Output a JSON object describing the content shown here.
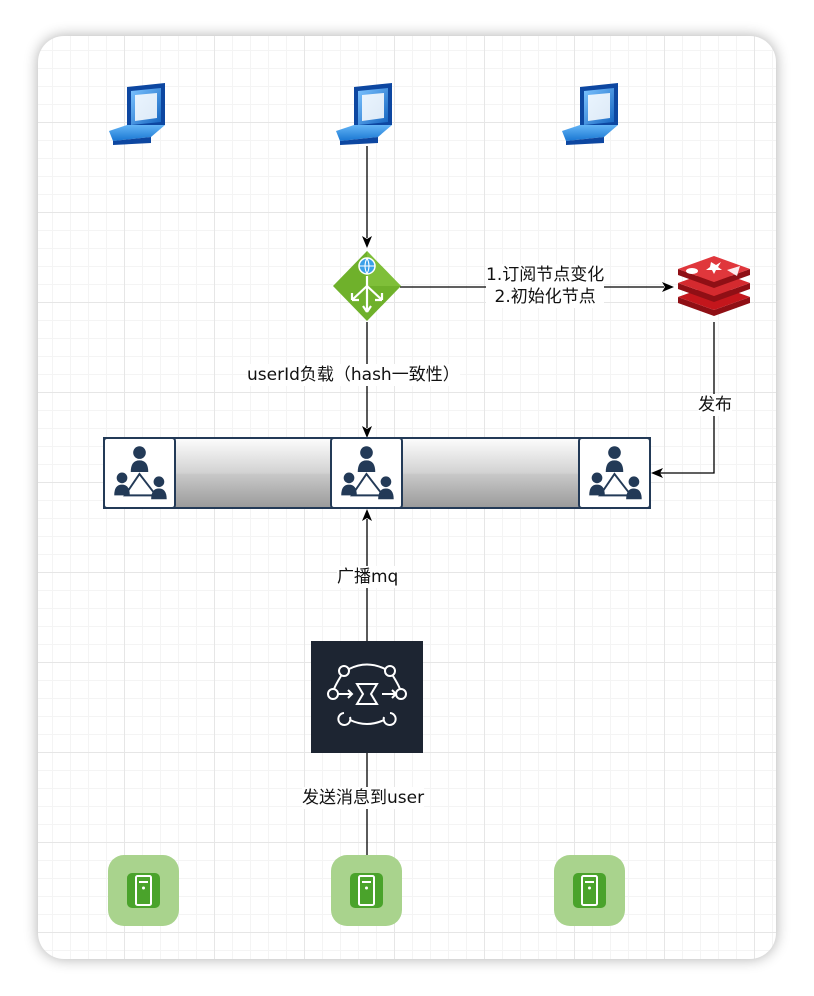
{
  "edges": {
    "subscribe_line1": "1.订阅节点变化",
    "subscribe_line2": "2.初始化节点",
    "load_balance": "userId负载（hash一致性）",
    "publish": "发布",
    "broadcast": "广播mq",
    "send_message": "发送消息到user"
  },
  "colors": {
    "gateway": "#6fb12b",
    "redis": "#c4161c",
    "mq_bg": "#1d2532",
    "server_fill": "#a9d38d",
    "server_inner": "#4aa32b",
    "cluster_border": "#233a57",
    "laptop": "#1e88e5"
  },
  "icons": {
    "clients": [
      "laptop-icon",
      "laptop-icon",
      "laptop-icon"
    ],
    "gateway": "load-balancer-icon",
    "registry": "redis-icon",
    "service_nodes": [
      "user-group-icon",
      "user-group-icon",
      "user-group-icon"
    ],
    "mq": "message-queue-icon",
    "servers": [
      "server-icon",
      "server-icon",
      "server-icon"
    ]
  }
}
